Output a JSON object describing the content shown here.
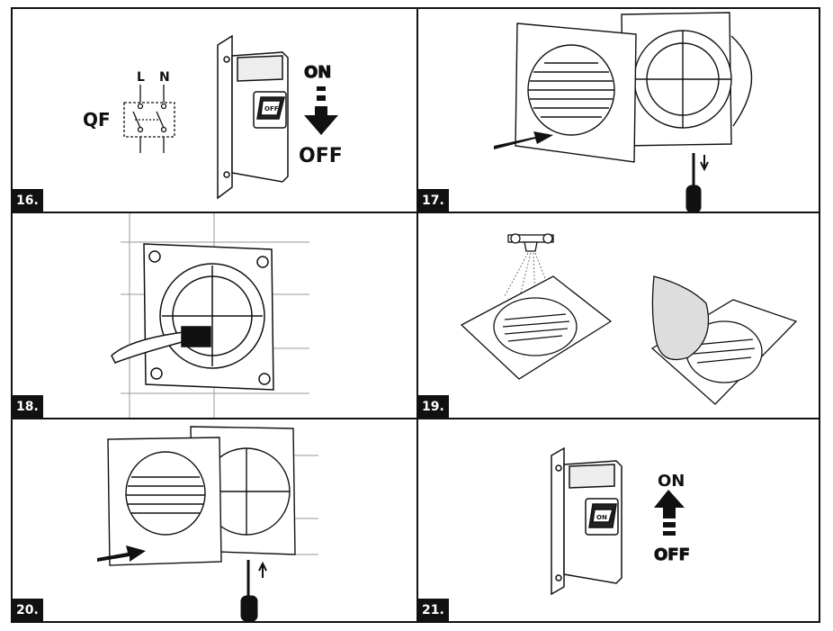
{
  "steps": [
    {
      "number": "16.",
      "labels": {
        "qf": "QF",
        "l": "L",
        "n": "N",
        "on": "ON",
        "off": "OFF",
        "switch": "OFF"
      }
    },
    {
      "number": "17."
    },
    {
      "number": "18."
    },
    {
      "number": "19."
    },
    {
      "number": "20."
    },
    {
      "number": "21.",
      "labels": {
        "on": "ON",
        "off": "OFF",
        "switch": "ON"
      }
    }
  ]
}
